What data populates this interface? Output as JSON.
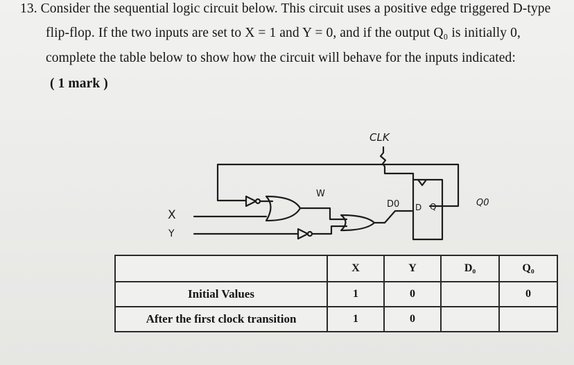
{
  "question": {
    "line1": "13. Consider the sequential logic circuit below. This circuit uses a positive edge triggered D-type",
    "line2": "flip-flop. If the two inputs are set to X = 1 and Y = 0, and if the output Q₀ is initially 0,",
    "line3": "complete the table below to show how the circuit will behave for the inputs indicated:",
    "marks": "( 1 mark )"
  },
  "circuit": {
    "clk_label": "CLK",
    "w_label": "W",
    "x_label": "X",
    "y_label": "Y",
    "d0_label": "D0",
    "d_pin": "D",
    "q_pin": "Q",
    "q0_label": "Q0"
  },
  "table": {
    "headers": [
      "",
      "X",
      "Y",
      "D₀",
      "Q₀"
    ],
    "rows": [
      {
        "label": "Initial Values",
        "x": "1",
        "y": "0",
        "d0": "",
        "q0": "0"
      },
      {
        "label": "After the first clock transition",
        "x": "1",
        "y": "0",
        "d0": "",
        "q0": ""
      }
    ]
  }
}
